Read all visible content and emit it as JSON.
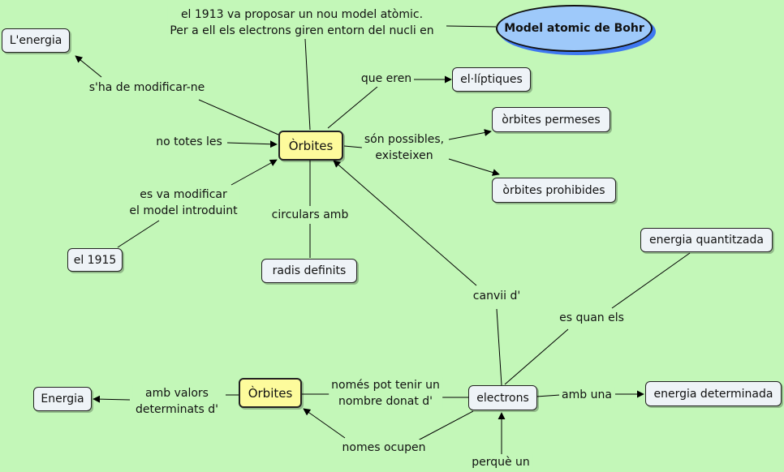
{
  "title": "Model atomic de Bohr",
  "nodes": {
    "energia_top": "L'energia",
    "elliptiques": "el·líptiques",
    "permeses": "òrbites permeses",
    "prohibides": "òrbites prohibides",
    "orbites_top": "Òrbites",
    "el1915": "el 1915",
    "radis": "radis definits",
    "quantitzada": "energia quantitzada",
    "energia_bottom": "Energia",
    "orbites_bottom": "Òrbites",
    "electrons": "electrons",
    "determinada": "energia determinada"
  },
  "labels": {
    "proposar_1": "el 1913 va proposar un nou model atòmic.",
    "proposar_2": "Per a ell els electrons giren entorn del nucli en",
    "modificar": "s'ha de modificar-ne",
    "que_eren": "que eren",
    "no_totes": "no totes les",
    "possibles_1": "són possibles,",
    "possibles_2": "existeixen",
    "va_modificar_1": "es va modificar",
    "va_modificar_2": "el model introduint",
    "circulars": "circulars amb",
    "canvii": "canvii d'",
    "es_quan": "es quan els",
    "amb_valors_1": "amb valors",
    "amb_valors_2": "determinats d'",
    "nomes_pot_1": "només pot tenir un",
    "nomes_pot_2": "nombre donat d'",
    "amb_una": "amb una",
    "nomes_ocupen": "nomes ocupen",
    "perque_un": "perquè un"
  }
}
